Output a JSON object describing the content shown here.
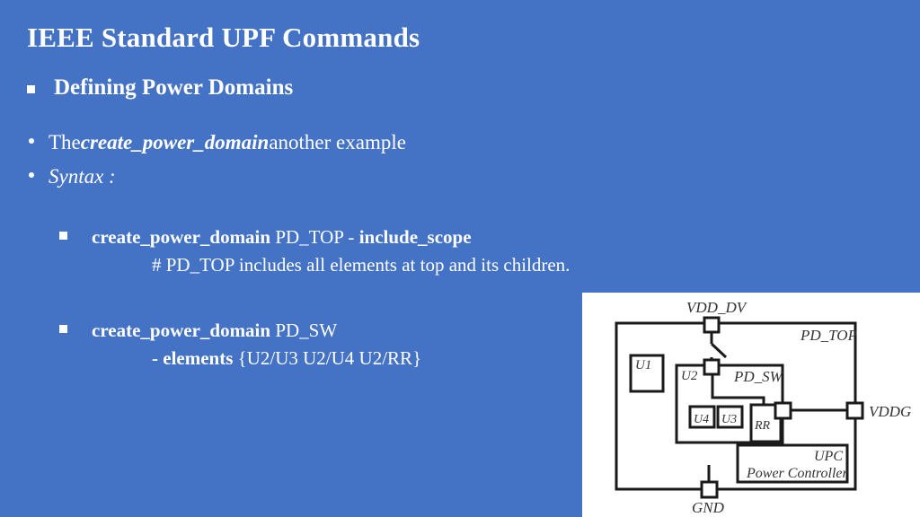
{
  "slide": {
    "background_color": "#4472C4",
    "text_color": "#ffffff",
    "title": "IEEE Standard UPF Commands",
    "subtitle": "Defining Power Domains"
  },
  "bullets": [
    {
      "marker": "round-bullet",
      "pre": "The ",
      "emphasis": "create_power_domain",
      "post": " another example"
    },
    {
      "marker": "round-bullet",
      "italic_text": "Syntax :"
    }
  ],
  "code_blocks": [
    {
      "marker": "square-bullet",
      "command": "create_power_domain",
      "argument": " PD_TOP - ",
      "option": "include_scope",
      "comment": "# PD_TOP includes all elements at top and its children."
    },
    {
      "marker": "square-bullet",
      "command": "create_power_domain",
      "argument": " PD_SW",
      "option_prefix": "- elements",
      "option_value": " {U2/U3 U2/U4 U2/RR}"
    }
  ],
  "diagram": {
    "panel_background": "#ffffff",
    "line_color": "#1a1a1a",
    "labels": {
      "vdd_dv": "VDD_DV",
      "gnd": "GND",
      "vddg": "VDDG",
      "pd_top": "PD_TOP",
      "pd_sw": "PD_SW",
      "u1": "U1",
      "u2": "U2",
      "u3": "U3",
      "u4": "U4",
      "rr": "RR",
      "upc": "UPC",
      "power_controller": "Power Controller"
    }
  }
}
